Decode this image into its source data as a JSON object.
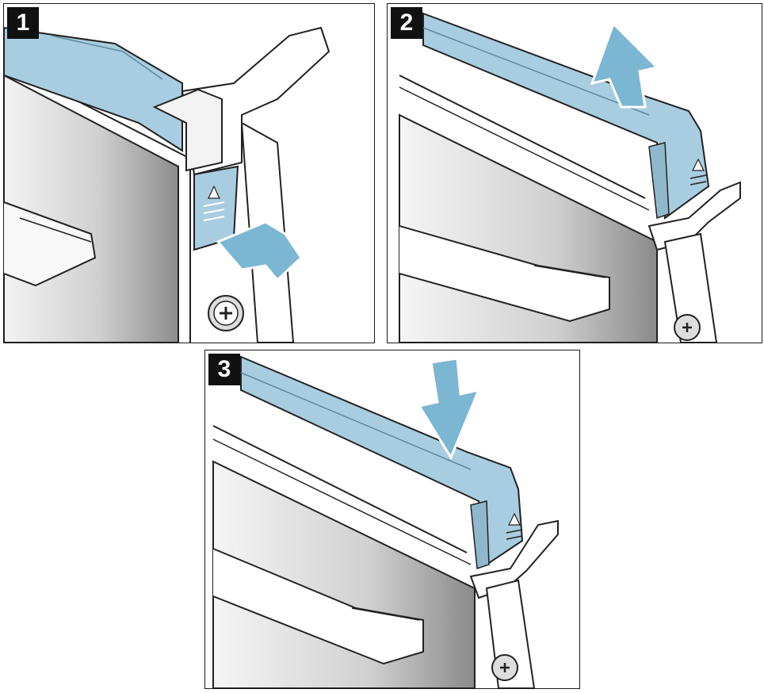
{
  "steps": [
    {
      "number": "1",
      "arrow": "push-in"
    },
    {
      "number": "2",
      "arrow": "up"
    },
    {
      "number": "3",
      "arrow": "down"
    }
  ],
  "colors": {
    "panel_blue": "#a9cde0",
    "arrow_blue": "#7bb6d2",
    "outline": "#222222",
    "steel_light": "#eeeeee",
    "steel_dark": "#8a8a8a"
  },
  "icons": [
    "push-arrow-icon",
    "up-arrow-icon",
    "down-arrow-icon",
    "screw-icon",
    "release-tab-icon"
  ]
}
